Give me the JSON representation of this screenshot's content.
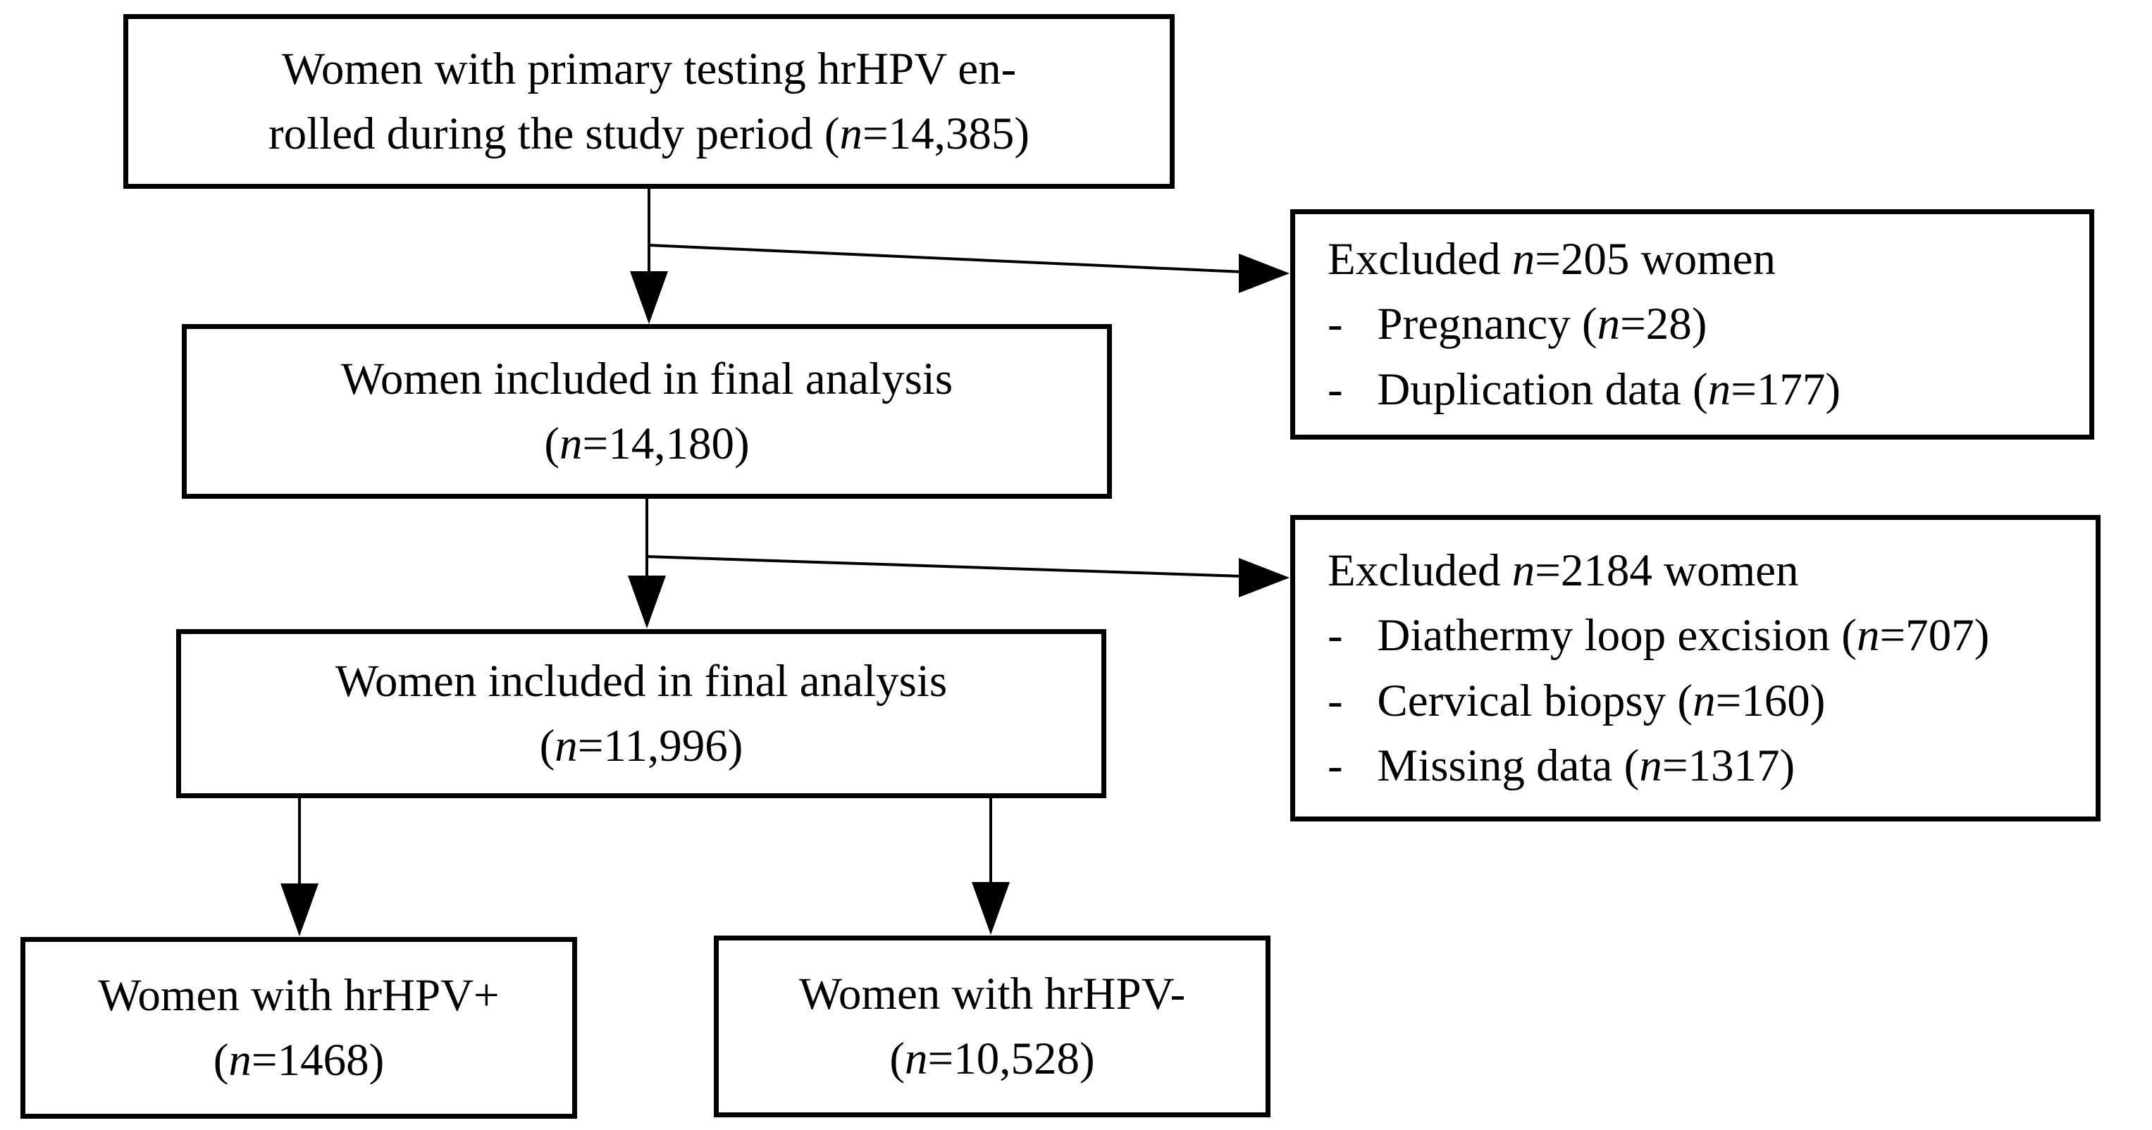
{
  "figure": {
    "background_color": "#ffffff",
    "line_color": "#000000",
    "boxes": {
      "enrolled": {
        "lines": [
          "Women with primary testing hrHPV en-",
          "rolled during the study period (n=14,385)"
        ]
      },
      "final_analysis_1": {
        "lines": [
          "Women included in final analysis",
          "(n=14,180)"
        ]
      },
      "excluded_1": {
        "lines": [
          "Excluded n=205 women",
          "-   Pregnancy (n=28)",
          "-   Duplication data (n=177)"
        ]
      },
      "final_analysis_2": {
        "lines": [
          "Women included in final analysis",
          "(n=11,996)"
        ]
      },
      "excluded_2": {
        "lines": [
          "Excluded n=2184 women",
          "-   Diathermy loop excision (n=707)",
          "-   Cervical biopsy (n=160)",
          "-   Missing data (n=1317)"
        ]
      },
      "hrhpv_positive": {
        "lines": [
          "Women with hrHPV+",
          "(n=1468)"
        ]
      },
      "hrhpv_negative": {
        "lines": [
          "Women with hrHPV-",
          "(n=10,528)"
        ]
      }
    }
  }
}
